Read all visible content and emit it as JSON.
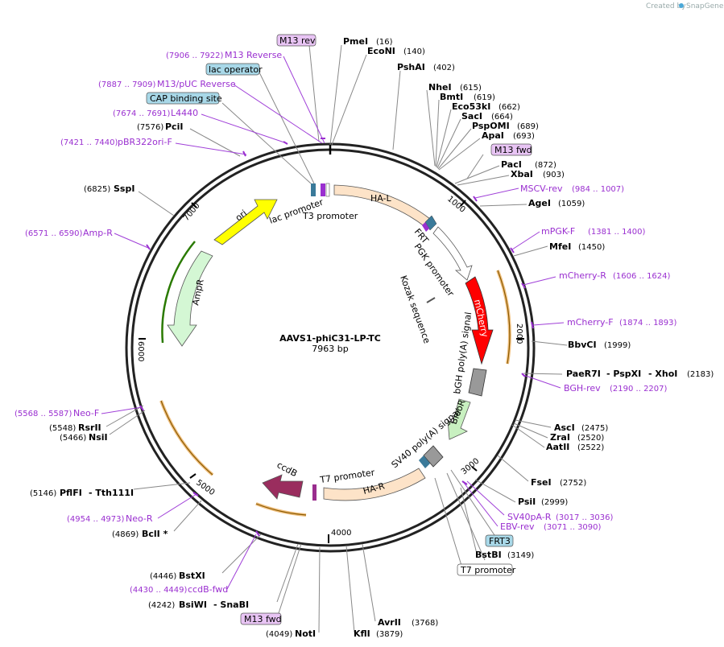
{
  "credit": {
    "prefix": "Created by",
    "brand": "SnapGene"
  },
  "plasmid": {
    "name": "AAVS1-phiC31-LP-TC",
    "size": "7963 bp"
  },
  "tick_labels": [
    "1000",
    "2000",
    "3000",
    "4000",
    "5000",
    "6000",
    "7000"
  ],
  "enzymes": [
    {
      "name": "PmeI",
      "pos": "(16)"
    },
    {
      "name": "EcoNI",
      "pos": "(140)"
    },
    {
      "name": "PshAI",
      "pos": "(402)"
    },
    {
      "name": "NheI",
      "pos": "(615)"
    },
    {
      "name": "BmtI",
      "pos": "(619)"
    },
    {
      "name": "Eco53kI",
      "pos": "(662)"
    },
    {
      "name": "SacI",
      "pos": "(664)"
    },
    {
      "name": "PspOMI",
      "pos": "(689)"
    },
    {
      "name": "ApaI",
      "pos": "(693)"
    },
    {
      "name": "PacI",
      "pos": "(872)"
    },
    {
      "name": "XbaI",
      "pos": "(903)"
    },
    {
      "name": "AgeI",
      "pos": "(1059)"
    },
    {
      "name": "MfeI",
      "pos": "(1450)"
    },
    {
      "name": "BbvCI",
      "pos": "(1999)"
    },
    {
      "name": "PaeR7I",
      "sep1": "- PspXI",
      "sep2": "- XhoI",
      "pos": "(2183)"
    },
    {
      "name": "AscI",
      "pos": "(2475)"
    },
    {
      "name": "ZraI",
      "pos": "(2520)"
    },
    {
      "name": "AatII",
      "pos": "(2522)"
    },
    {
      "name": "FseI",
      "pos": "(2752)"
    },
    {
      "name": "PsiI",
      "pos": "(2999)"
    },
    {
      "name": "BstBI",
      "pos": "(3149)"
    },
    {
      "name": "AvrII",
      "pos": "(3768)"
    },
    {
      "name": "KflI",
      "pos": "(3879)"
    },
    {
      "name": "NotI",
      "pos": "(4049)"
    },
    {
      "name": "BsiWI",
      "sep1": "- SnaBI",
      "pos": "(4242)"
    },
    {
      "name": "BstXI",
      "pos": "(4446)"
    },
    {
      "name": "BclI *",
      "pos": "(4869)"
    },
    {
      "name": "PflFI",
      "sep1": "- Tth111I",
      "pos": "(5146)"
    },
    {
      "name": "NsiI",
      "pos": "(5466)"
    },
    {
      "name": "RsrII",
      "pos": "(5548)"
    },
    {
      "name": "SspI",
      "pos": "(6825)"
    },
    {
      "name": "PciI",
      "pos": "(7576)"
    }
  ],
  "primers": [
    {
      "name": "M13 Reverse",
      "range": "(7906 .. 7922)"
    },
    {
      "name": "M13/pUC Reverse",
      "range": "(7887 .. 7909)"
    },
    {
      "name": "L4440",
      "range": "(7674 .. 7691)"
    },
    {
      "name": "pBR322ori-F",
      "range": "(7421 .. 7440)"
    },
    {
      "name": "Amp-R",
      "range": "(6571 .. 6590)"
    },
    {
      "name": "Neo-F",
      "range": "(5568 .. 5587)"
    },
    {
      "name": "Neo-R",
      "range": "(4954 .. 4973)"
    },
    {
      "name": "ccdB-fwd",
      "range": "(4430 .. 4449)"
    },
    {
      "name": "MSCV-rev",
      "range": "(984 .. 1007)"
    },
    {
      "name": "mPGK-F",
      "range": "(1381 .. 1400)"
    },
    {
      "name": "mCherry-R",
      "range": "(1606 .. 1624)"
    },
    {
      "name": "mCherry-F",
      "range": "(1874 .. 1893)"
    },
    {
      "name": "BGH-rev",
      "range": "(2190 .. 2207)"
    },
    {
      "name": "SV40pA-R",
      "range": "(3017 .. 3036)"
    },
    {
      "name": "EBV-rev",
      "range": "(3071 .. 3090)"
    }
  ],
  "boxed_labels": [
    {
      "text": "M13 rev",
      "style": "purple"
    },
    {
      "text": "lac operator",
      "style": "blue"
    },
    {
      "text": "CAP binding site",
      "style": "blue"
    },
    {
      "text": "M13 fwd",
      "style": "purple"
    },
    {
      "text": "FRT3",
      "style": "blue"
    },
    {
      "text": "T7 promoter",
      "style": "white"
    },
    {
      "text": "M13 fwd",
      "style": "purple"
    }
  ],
  "features": [
    {
      "text": "HA-L"
    },
    {
      "text": "lac promoter"
    },
    {
      "text": "T3 promoter"
    },
    {
      "text": "ori"
    },
    {
      "text": "AmpR"
    },
    {
      "text": "FRT"
    },
    {
      "text": "PGK promoter"
    },
    {
      "text": "Kozak sequence"
    },
    {
      "text": "mCherry"
    },
    {
      "text": "bGH poly(A) signal"
    },
    {
      "text": "BleoR"
    },
    {
      "text": "SV40 poly(A) signal"
    },
    {
      "text": "T7 promoter"
    },
    {
      "text": "HA-R"
    },
    {
      "text": "ccdB"
    }
  ],
  "colors": {
    "backbone": "#222222",
    "ha": "#fde3c8",
    "ori": "#ffff00",
    "ampr": "#d4f7d4",
    "mcherry": "#ff0000",
    "bleor": "#c8f0c0",
    "ccdb": "#9a2d5e",
    "polya": "#999999",
    "primer_bar": "#f0c080",
    "primer_text": "#9a2fd0"
  }
}
